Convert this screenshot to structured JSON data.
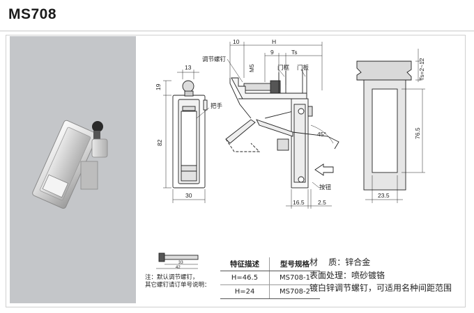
{
  "product": {
    "title": "MS708"
  },
  "front_view": {
    "dims": {
      "width_top": "13",
      "height_top": "19",
      "height_main": "82",
      "width_bottom": "30"
    },
    "handle_label": "把手"
  },
  "side_view": {
    "dims": {
      "d10": "10",
      "h": "H",
      "d9": "9",
      "ts": "Ts",
      "m5": "M5",
      "angle": "45°",
      "d16_5": "16.5",
      "d2_5": "2.5"
    },
    "labels": {
      "adjust_screw": "调节螺钉",
      "door_frame": "门框",
      "door_panel": "门板",
      "button": "按钮"
    }
  },
  "cutout_view": {
    "dims": {
      "ts_range": "Ts=2~12",
      "height": "76.5",
      "width": "23.5"
    }
  },
  "screw_detail": {
    "dims": {
      "d33": "33",
      "d42": "42"
    }
  },
  "note": {
    "line1": "注：默认调节螺钉，",
    "line2": "其它螺钉请订单号说明："
  },
  "table": {
    "headers": [
      "特征描述",
      "型号规格"
    ],
    "rows": [
      [
        "H=46.5",
        "MS708-1"
      ],
      [
        "H=24",
        "MS708-2"
      ]
    ]
  },
  "specs": {
    "material_label": "材    质：",
    "material_value": "锌合金",
    "surface_label": "表面处理：",
    "surface_value": "喷砂镀铬",
    "extra": "镀白锌调节螺钉，可适用名种间距范围"
  }
}
